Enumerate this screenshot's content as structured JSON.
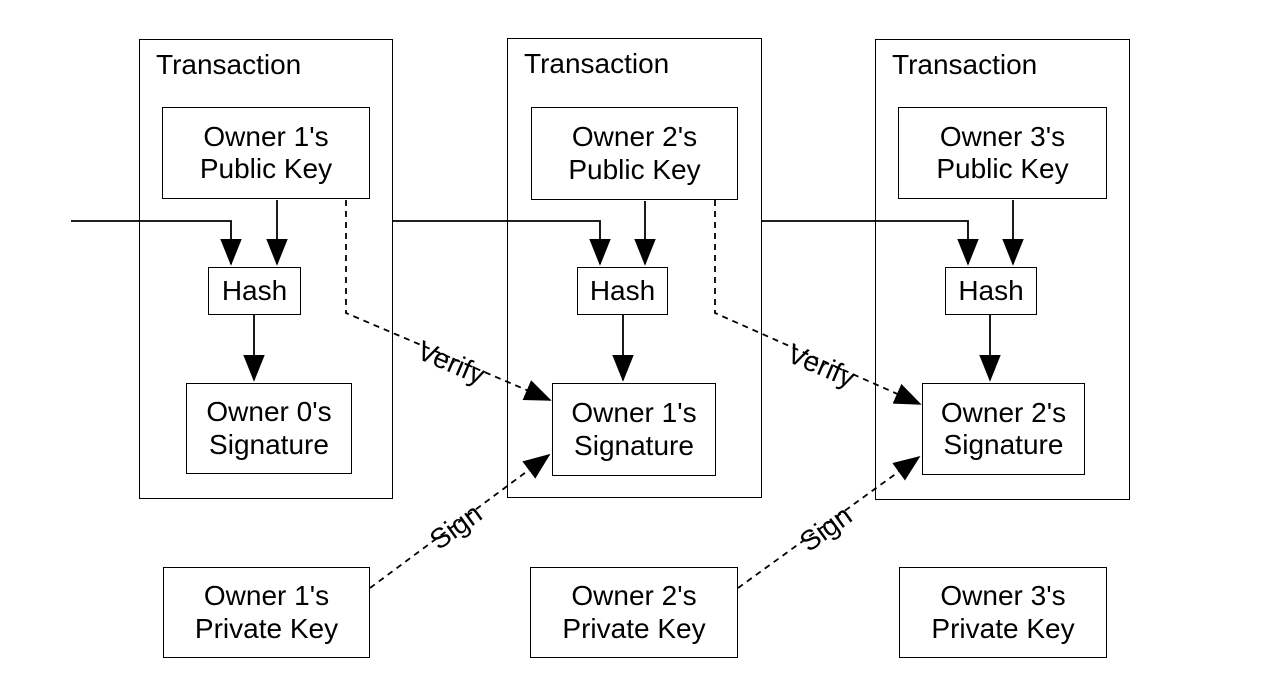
{
  "labels": {
    "verify": "Verify",
    "sign": "Sign"
  },
  "transactions": [
    {
      "title": "Transaction",
      "public_key": "Owner 1's\nPublic Key",
      "hash": "Hash",
      "signature": "Owner 0's\nSignature",
      "private_key": "Owner 1's\nPrivate Key"
    },
    {
      "title": "Transaction",
      "public_key": "Owner 2's\nPublic Key",
      "hash": "Hash",
      "signature": "Owner 1's\nSignature",
      "private_key": "Owner 2's\nPrivate Key"
    },
    {
      "title": "Transaction",
      "public_key": "Owner 3's\nPublic Key",
      "hash": "Hash",
      "signature": "Owner 2's\nSignature",
      "private_key": "Owner 3's\nPrivate Key"
    }
  ],
  "colors": {
    "line": "#000000",
    "background": "#ffffff"
  }
}
